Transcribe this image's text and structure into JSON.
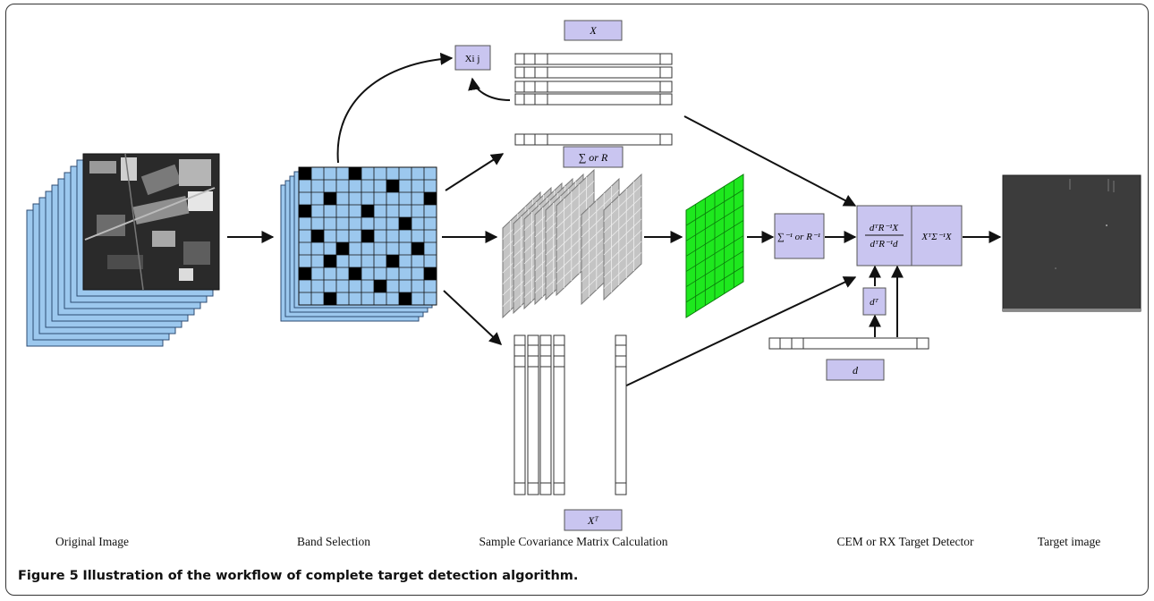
{
  "stages": [
    {
      "id": "original",
      "label": "Original Image"
    },
    {
      "id": "band",
      "label": "Band Selection"
    },
    {
      "id": "cov",
      "label": "Sample Covariance Matrix Calculation"
    },
    {
      "id": "detector",
      "label": "CEM or RX Target Detector"
    },
    {
      "id": "target",
      "label": "Target image"
    }
  ],
  "nodes": {
    "x_label": "X",
    "xij": "Xi j",
    "sigma_or_r": "∑ or R",
    "inv_sigma_or_r": "∑⁻¹ or R⁻¹",
    "d_transpose": "dᵀ",
    "d": "d",
    "x_transpose": "Xᵀ",
    "cem_num": "dᵀR⁻¹X",
    "cem_den": "dᵀR⁻¹d",
    "rx_formula": "XᵀΣ⁻¹X"
  },
  "caption": {
    "prefix": "Figure 5",
    "text": "Illustration of the workflow of complete target detection algorithm."
  },
  "colors": {
    "band_blue": "#9cc8ee",
    "box_lavender": "#c9c5f0",
    "cov_green": "#1ee81e",
    "cov_gray": "#c4c4c4",
    "target_dark": "#3c3c3c"
  }
}
